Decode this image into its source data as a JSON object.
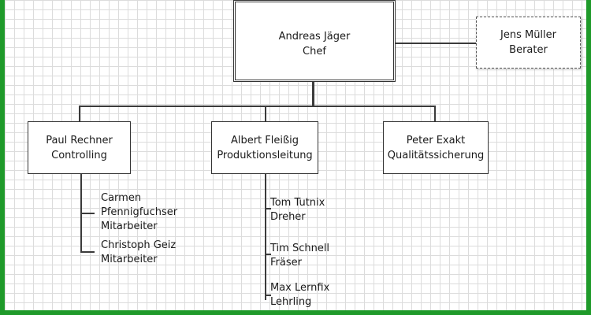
{
  "chief": {
    "name": "Andreas Jäger",
    "role": "Chef"
  },
  "advisor": {
    "name": "Jens Müller",
    "role": "Berater"
  },
  "managers": [
    {
      "name": "Paul Rechner",
      "role": "Controlling"
    },
    {
      "name": "Albert Fleißig",
      "role": "Produktionsleitung"
    },
    {
      "name": "Peter Exakt",
      "role": "Qualitätssicherung"
    }
  ],
  "controlling_staff": [
    {
      "name": "Carmen Pfennigfuchser",
      "role": "Mitarbeiter",
      "name_line1": "Carmen",
      "name_line2": "Pfennigfuchser"
    },
    {
      "name": "Christoph Geiz",
      "role": "Mitarbeiter"
    }
  ],
  "production_staff": [
    {
      "name": "Tom Tutnix",
      "role": "Dreher"
    },
    {
      "name": "Tim Schnell",
      "role": "Fräser"
    },
    {
      "name": "Max Lernfix",
      "role": "Lehrling"
    }
  ],
  "colors": {
    "frame": "#1f9a2a",
    "grid": "#dcdcdc",
    "connector": "#3b3b3b"
  }
}
